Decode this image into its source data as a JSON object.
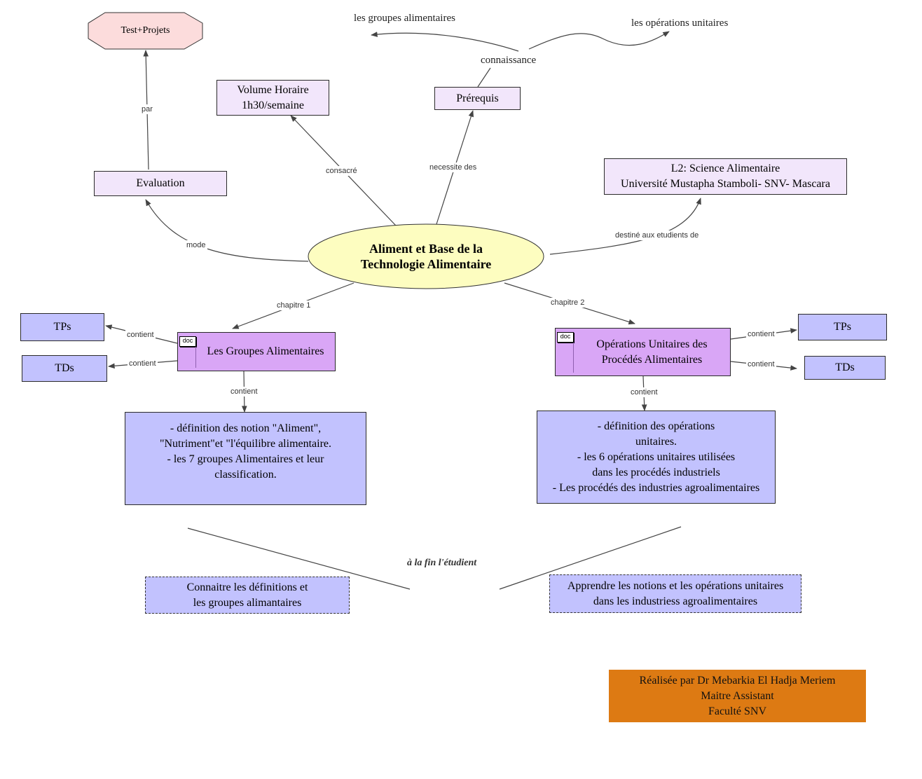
{
  "central": {
    "line1": "Aliment et Base de la",
    "line2": "Technologie Alimentaire"
  },
  "nodes": {
    "test_projets": "Test+Projets",
    "volume_horaire": [
      "Volume Horaire",
      "1h30/semaine"
    ],
    "prerequis": "Prérequis",
    "evaluation": "Evaluation",
    "l2": [
      "L2: Science Alimentaire",
      "Université Mustapha Stamboli- SNV- Mascara"
    ],
    "groupes": "Les Groupes Alimentaires",
    "operations": [
      "Opérations Unitaires des",
      "Procédés Alimentaires"
    ],
    "tps_left": "TPs",
    "tds_left": "TDs",
    "tps_right": "TPs",
    "tds_right": "TDs",
    "content_left": [
      "- définition des notion \"Aliment\",",
      "\"Nutriment\"et \"l'équilibre alimentaire.",
      "-  les 7 groupes Alimentaires et leur",
      "classification."
    ],
    "content_right": [
      "- définition des opérations",
      "unitaires.",
      "- les 6 opérations unitaires utilisées",
      "dans les procédés industriels",
      "- Les procédés des industries agroalimentaires"
    ],
    "outcome_left": [
      "Connaitre les définitions et",
      "les groupes alimantaires"
    ],
    "outcome_right": [
      "Apprendre les notions et les opérations unitaires",
      "dans les industriess agroalimentaires"
    ],
    "author": [
      "Réalisée par Dr Mebarkia El Hadja Meriem",
      "Maitre Assistant",
      "Faculté SNV"
    ],
    "doc_tag": "doc"
  },
  "free_text": {
    "groupes_alimentaires": "les groupes alimentaires",
    "operations_unitaires": "les opérations unitaires",
    "connaissance": "connaissance",
    "fin_etudiant": "à la fin l'étudient"
  },
  "link_labels": {
    "par": "par",
    "consacre": "consacré",
    "necessite": "necessite des",
    "mode": "mode",
    "destine": "destiné aux etudients de",
    "chapitre1": "chapitre 1",
    "chapitre2": "chapitre 2",
    "contient_tps_left": "contient",
    "contient_tds_left": "contient",
    "contient_down_left": "contient",
    "contient_tps_right": "contient",
    "contient_tds_right": "contient",
    "contient_down_right": "contient"
  },
  "colors": {
    "central_fill": "#fdfdc0",
    "lavender": "#f2e6fb",
    "blue": "#c2c2fe",
    "purple": "#d9a6f6",
    "octagon": "#fcdcdc",
    "orange": "#dd7a13"
  }
}
